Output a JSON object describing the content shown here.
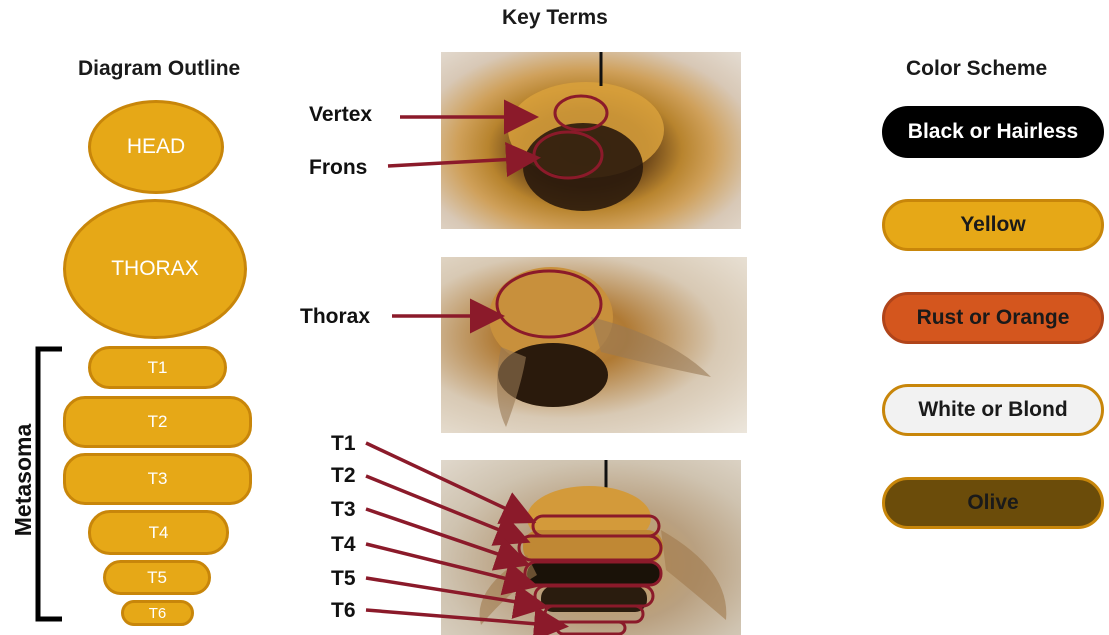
{
  "headings": {
    "outline": "Diagram Outline",
    "key_terms": "Key Terms",
    "color_scheme": "Color Scheme"
  },
  "outline": {
    "head": "HEAD",
    "thorax": "THORAX",
    "tergites": [
      "T1",
      "T2",
      "T3",
      "T4",
      "T5",
      "T6"
    ],
    "metasoma_label": "Metasoma"
  },
  "key_terms": {
    "head_terms": [
      "Vertex",
      "Frons"
    ],
    "thorax_term": "Thorax",
    "abdomen_terms": [
      "T1",
      "T2",
      "T3",
      "T4",
      "T5",
      "T6"
    ]
  },
  "color_scheme": [
    {
      "label": "Black or Hairless",
      "fill": "#000000",
      "border": "#000000",
      "text": "#ffffff"
    },
    {
      "label": "Yellow",
      "fill": "#e6a817",
      "border": "#c8860a",
      "text": "#1a1a1a"
    },
    {
      "label": "Rust or Orange",
      "fill": "#d4561e",
      "border": "#b0441a",
      "text": "#1a1a1a"
    },
    {
      "label": "White or Blond",
      "fill": "#f2f2f2",
      "border": "#c8860a",
      "text": "#1a1a1a"
    },
    {
      "label": "Olive",
      "fill": "#6b4c0a",
      "border": "#c8860a",
      "text": "#1a1a1a"
    }
  ],
  "colors": {
    "segment_fill": "#e6a817",
    "segment_border": "#c8860a",
    "arrow": "#8b1a2a"
  }
}
